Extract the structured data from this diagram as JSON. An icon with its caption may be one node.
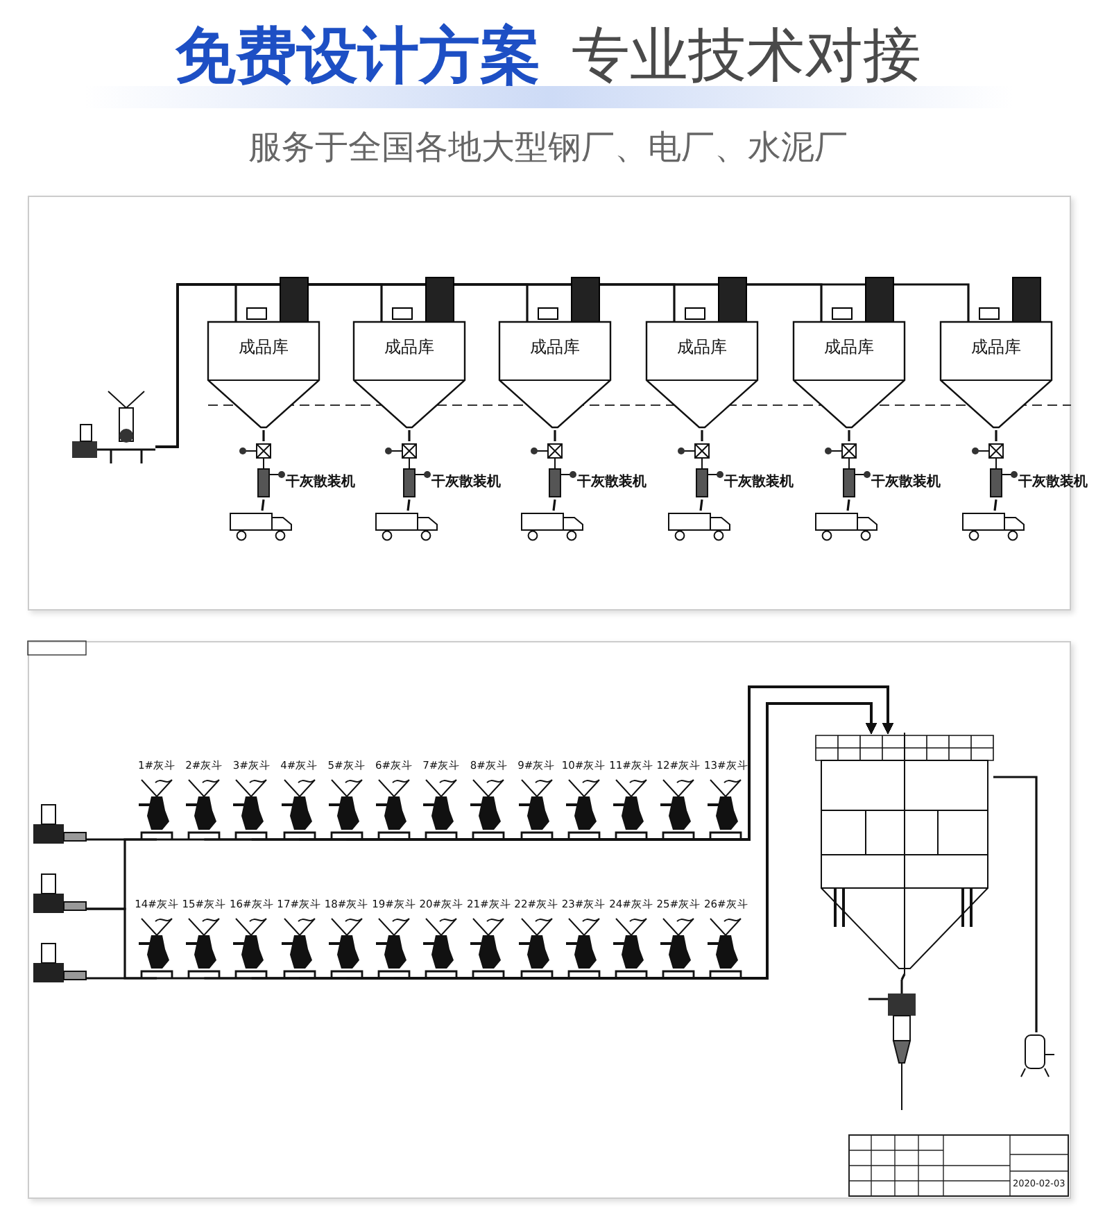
{
  "diagram": {
    "title": "免费设计方案",
    "nodes": [
      {
        "text": [],
        "shape": "picture"
      },
      {
        "text": [
          "成品库"
        ]
      },
      {
        "text": [
          "成品库"
        ]
      },
      {
        "text": [
          "成品库"
        ]
      },
      {
        "text": [
          "成品库"
        ]
      },
      {
        "text": [
          "成品库"
        ]
      },
      {
        "text": [
          "成品库"
        ]
      },
      {
        "text": [],
        "shape": "picture",
        "beside": [
          "干灰散装机"
        ]
      },
      {
        "text": [],
        "shape": "picture",
        "beside": [
          "干灰散装机"
        ]
      },
      {
        "text": [],
        "shape": "picture",
        "beside": [
          "干灰散装机"
        ]
      },
      {
        "text": [],
        "shape": "picture",
        "beside": [
          "干灰散装机"
        ]
      },
      {
        "text": [],
        "shape": "picture",
        "beside": [
          "干灰散装机"
        ]
      },
      {
        "text": [],
        "shape": "picture",
        "beside": [
          "干灰散装机"
        ]
      },
      {
        "text": [],
        "shape": "picture"
      },
      {
        "text": [],
        "shape": "picture"
      },
      {
        "text": [],
        "shape": "picture"
      },
      {
        "text": [],
        "shape": "picture"
      },
      {
        "text": [],
        "shape": "picture"
      },
      {
        "text": [],
        "shape": "picture"
      },
      {
        "text": [],
        "shape": "picture"
      },
      {
        "text": [],
        "shape": "picture"
      },
      {
        "text": [],
        "shape": "picture"
      },
      {
        "text": [
          "1#灰斗"
        ]
      },
      {
        "text": [
          "2#灰斗"
        ]
      },
      {
        "text": [
          "3#灰斗"
        ]
      },
      {
        "text": [
          "4#灰斗"
        ]
      },
      {
        "text": [
          "5#灰斗"
        ]
      },
      {
        "text": [
          "6#灰斗"
        ]
      },
      {
        "text": [
          "7#灰斗"
        ]
      },
      {
        "text": [
          "8#灰斗"
        ]
      },
      {
        "text": [
          "9#灰斗"
        ]
      },
      {
        "text": [
          "10#灰斗"
        ]
      },
      {
        "text": [
          "11#灰斗"
        ]
      },
      {
        "text": [
          "12#灰斗"
        ]
      },
      {
        "text": [
          "13#灰斗"
        ]
      },
      {
        "text": [
          "14#灰斗"
        ]
      },
      {
        "text": [
          "15#灰斗"
        ]
      },
      {
        "text": [
          "16#灰斗"
        ]
      },
      {
        "text": [
          "17#灰斗"
        ]
      },
      {
        "text": [
          "18#灰斗"
        ]
      },
      {
        "text": [
          "19#灰斗"
        ]
      },
      {
        "text": [
          "20#灰斗"
        ]
      },
      {
        "text": [
          "21#灰斗"
        ]
      },
      {
        "text": [
          "22#灰斗"
        ]
      },
      {
        "text": [
          "23#灰斗"
        ]
      },
      {
        "text": [
          "24#灰斗"
        ]
      },
      {
        "text": [
          "25#灰斗"
        ]
      },
      {
        "text": [
          "26#灰斗"
        ]
      },
      {
        "text": [],
        "shape": "picture"
      },
      {
        "text": [],
        "shape": "picture"
      },
      {
        "text": [],
        "shape": "picture"
      }
    ],
    "edges": [
      {
        "from": 0,
        "to": 1,
        "arrow": "none"
      },
      {
        "from": 0,
        "to": 2,
        "arrow": "none"
      },
      {
        "from": 0,
        "to": 3,
        "arrow": "none"
      },
      {
        "from": 0,
        "to": 4,
        "arrow": "none"
      },
      {
        "from": 0,
        "to": 5,
        "arrow": "none"
      },
      {
        "from": 0,
        "to": 6,
        "arrow": "none"
      },
      {
        "from": 1,
        "to": 7,
        "arrow": "none"
      },
      {
        "from": 2,
        "to": 8,
        "arrow": "none"
      },
      {
        "from": 3,
        "to": 9,
        "arrow": "none"
      },
      {
        "from": 4,
        "to": 10,
        "arrow": "none"
      },
      {
        "from": 5,
        "to": 11,
        "arrow": "none"
      },
      {
        "from": 6,
        "to": 12,
        "arrow": "none"
      },
      {
        "from": 7,
        "to": 13,
        "arrow": "none"
      },
      {
        "from": 8,
        "to": 14,
        "arrow": "none"
      },
      {
        "from": 9,
        "to": 15,
        "arrow": "none"
      },
      {
        "from": 10,
        "to": 16,
        "arrow": "none"
      },
      {
        "from": 11,
        "to": 17,
        "arrow": "none"
      },
      {
        "from": 12,
        "to": 18,
        "arrow": "none"
      },
      {
        "from": 19,
        "to": 22,
        "arrow": "none"
      },
      {
        "from": 20,
        "to": 22,
        "arrow": "none"
      },
      {
        "from": 20,
        "to": 35,
        "arrow": "none"
      },
      {
        "from": 21,
        "to": 35,
        "arrow": "none"
      },
      {
        "from": 22,
        "to": 48,
        "arrow": "to"
      },
      {
        "from": 23,
        "to": 48,
        "arrow": "to"
      },
      {
        "from": 24,
        "to": 48,
        "arrow": "to"
      },
      {
        "from": 25,
        "to": 48,
        "arrow": "to"
      },
      {
        "from": 26,
        "to": 48,
        "arrow": "to"
      },
      {
        "from": 27,
        "to": 48,
        "arrow": "to"
      },
      {
        "from": 28,
        "to": 48,
        "arrow": "to"
      },
      {
        "from": 29,
        "to": 48,
        "arrow": "to"
      },
      {
        "from": 30,
        "to": 48,
        "arrow": "to"
      },
      {
        "from": 31,
        "to": 48,
        "arrow": "to"
      },
      {
        "from": 32,
        "to": 48,
        "arrow": "to"
      },
      {
        "from": 33,
        "to": 48,
        "arrow": "to"
      },
      {
        "from": 34,
        "to": 48,
        "arrow": "to"
      },
      {
        "from": 35,
        "to": 48,
        "arrow": "to"
      },
      {
        "from": 36,
        "to": 48,
        "arrow": "to"
      },
      {
        "from": 37,
        "to": 48,
        "arrow": "to"
      },
      {
        "from": 38,
        "to": 48,
        "arrow": "to"
      },
      {
        "from": 39,
        "to": 48,
        "arrow": "to"
      },
      {
        "from": 40,
        "to": 48,
        "arrow": "to"
      },
      {
        "from": 41,
        "to": 48,
        "arrow": "to"
      },
      {
        "from": 42,
        "to": 48,
        "arrow": "to"
      },
      {
        "from": 43,
        "to": 48,
        "arrow": "to"
      },
      {
        "from": 44,
        "to": 48,
        "arrow": "to"
      },
      {
        "from": 45,
        "to": 48,
        "arrow": "to"
      },
      {
        "from": 46,
        "to": 48,
        "arrow": "to"
      },
      {
        "from": 47,
        "to": 48,
        "arrow": "to"
      },
      {
        "from": 48,
        "to": 49,
        "arrow": "none"
      },
      {
        "from": 48,
        "to": 50,
        "arrow": "none"
      }
    ],
    "labels": [
      "专业技术对接",
      "服务于全国各地大型钢厂、电厂、水泥厂",
      "2020-02-03"
    ]
  }
}
